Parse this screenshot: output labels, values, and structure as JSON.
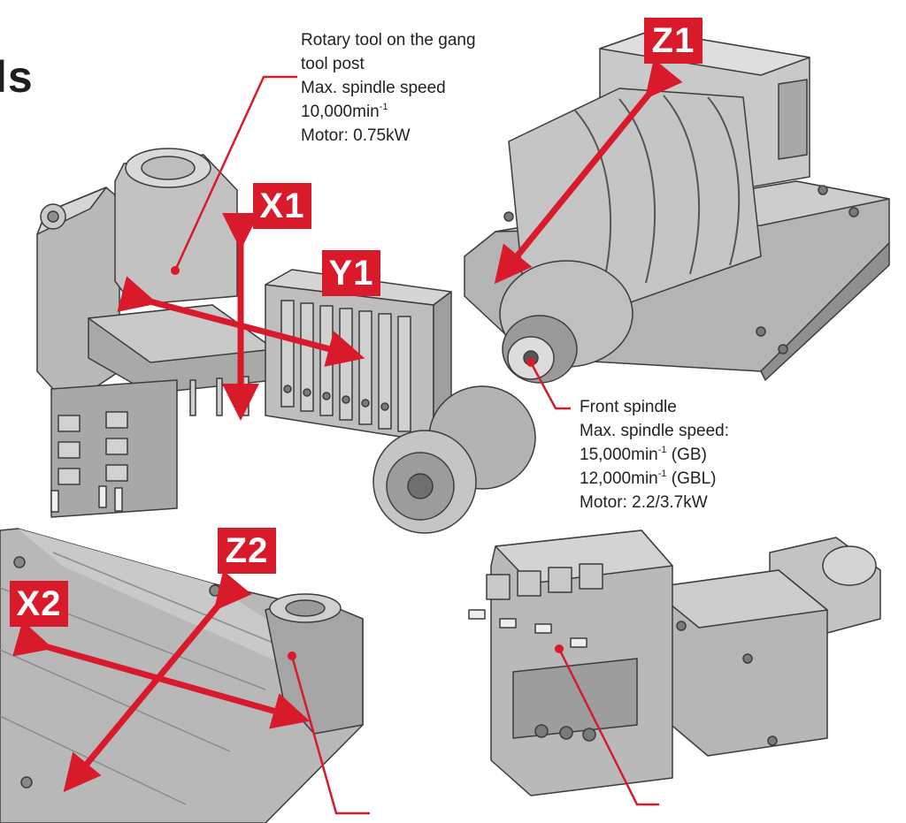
{
  "heading": "ls",
  "axes": {
    "x1": "X1",
    "y1": "Y1",
    "z1": "Z1",
    "z2": "Z2",
    "x2": "X2"
  },
  "rotary_tool": {
    "line1": "Rotary tool on the gang",
    "line2": "tool post",
    "line3": "Max. spindle speed",
    "speed_value": "10,000min",
    "speed_sup": "-1",
    "motor": "Motor: 0.75kW"
  },
  "front_spindle": {
    "title": "Front spindle",
    "line2": "Max. spindle speed:",
    "gb_value": "15,000min",
    "gb_sup": "-1",
    "gb_suffix": " (GB)",
    "gbl_value": "12,000min",
    "gbl_sup": "-1",
    "gbl_suffix": " (GBL)",
    "motor": "Motor: 2.2/3.7kW"
  },
  "colors": {
    "accent_red": "#d81a2b",
    "machine_gray": "#b7b7b7",
    "machine_dark": "#5a5a5a",
    "text": "#222222"
  }
}
